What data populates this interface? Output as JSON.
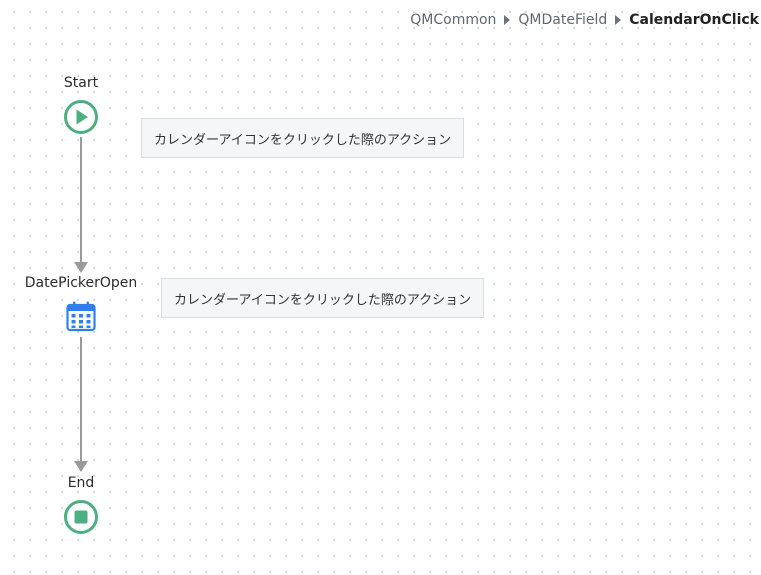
{
  "breadcrumb": {
    "items": [
      "QMCommon",
      "QMDateField"
    ],
    "current": "CalendarOnClick"
  },
  "flow": {
    "start": {
      "label": "Start",
      "icon": "play-circle-icon"
    },
    "action": {
      "label": "DatePickerOpen",
      "icon": "calendar-icon"
    },
    "end": {
      "label": "End",
      "icon": "stop-circle-icon"
    }
  },
  "comments": [
    "カレンダーアイコンをクリックした際のアクション",
    "カレンダーアイコンをクリックした際のアクション"
  ],
  "colors": {
    "node_green": "#4caf82",
    "calendar_blue": "#2f80ed",
    "connector": "#9a9a9a"
  }
}
